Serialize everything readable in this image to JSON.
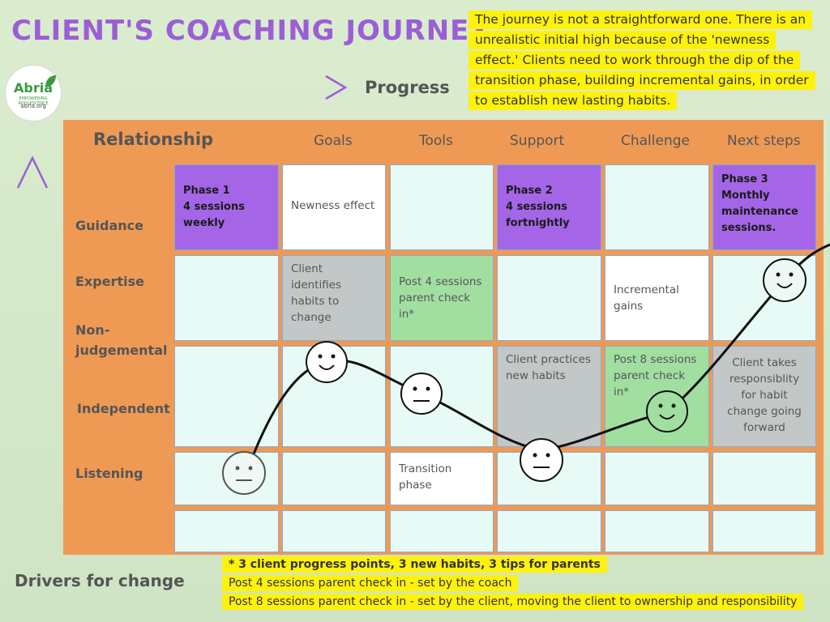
{
  "title": "CLIENT'S COACHING JOURNEY",
  "intro": "The journey is not a straightforward one. There is an unrealistic initial high because of the 'newness effect.' Clients need to work through the dip of the transition phase, building incremental gains, in order to establish new  lasting habits.",
  "logo": {
    "name": "Abria",
    "subtitle": "EMPOWERING ADOLESCENCE",
    "url": "abria.org"
  },
  "progress_label": "Progress",
  "drivers_label": "Drivers for  change",
  "header": {
    "relationship": "Relationship",
    "columns": [
      "Goals",
      "Tools",
      "Support",
      "Challenge",
      "Next steps"
    ]
  },
  "row_labels": {
    "guidance": "Guidance",
    "expertise": "Expertise",
    "non_judgemental": "Non-judgemental",
    "non_judgemental_line1": "Non-",
    "non_judgemental_line2": "judgemental",
    "independent": "Independent",
    "listening": "Listening"
  },
  "cells": {
    "phase1": [
      "Phase 1",
      "4 sessions",
      "weekly"
    ],
    "newness": "Newness effect",
    "phase2": [
      "Phase 2",
      "4 sessions",
      "fortnightly"
    ],
    "phase3": [
      "Phase 3",
      "Monthly",
      "maintenance",
      "sessions."
    ],
    "client_identifies": "Client identifies habits to change",
    "post4": "Post 4 sessions parent check in*",
    "incremental": "Incremental gains",
    "client_practices": "Client practices new habits",
    "post8": "Post 8 sessions parent check in*",
    "client_takes": "Client takes responsiblity for habit change going forward",
    "transition": "Transition phase"
  },
  "notes": [
    "* 3 client progress points,  3 new habits, 3 tips for parents",
    "Post 4 sessions parent  check in - set by the coach",
    "Post 8 sessions   parent check in - set by the client, moving the client to ownership and responsibility"
  ],
  "colors": {
    "title": "#9b5ed6",
    "highlight": "#fff20a",
    "orange": "#ee9a55",
    "purple_cell": "#a466e6",
    "green_cell": "#a1dfa1",
    "gray_cell": "#c2c8c8",
    "light_cell": "#e8faf6",
    "arrow": "#9b5ed6"
  },
  "faces": [
    {
      "expression": "neutral"
    },
    {
      "expression": "happy"
    },
    {
      "expression": "neutral"
    },
    {
      "expression": "neutral"
    },
    {
      "expression": "happy"
    },
    {
      "expression": "happy"
    }
  ]
}
